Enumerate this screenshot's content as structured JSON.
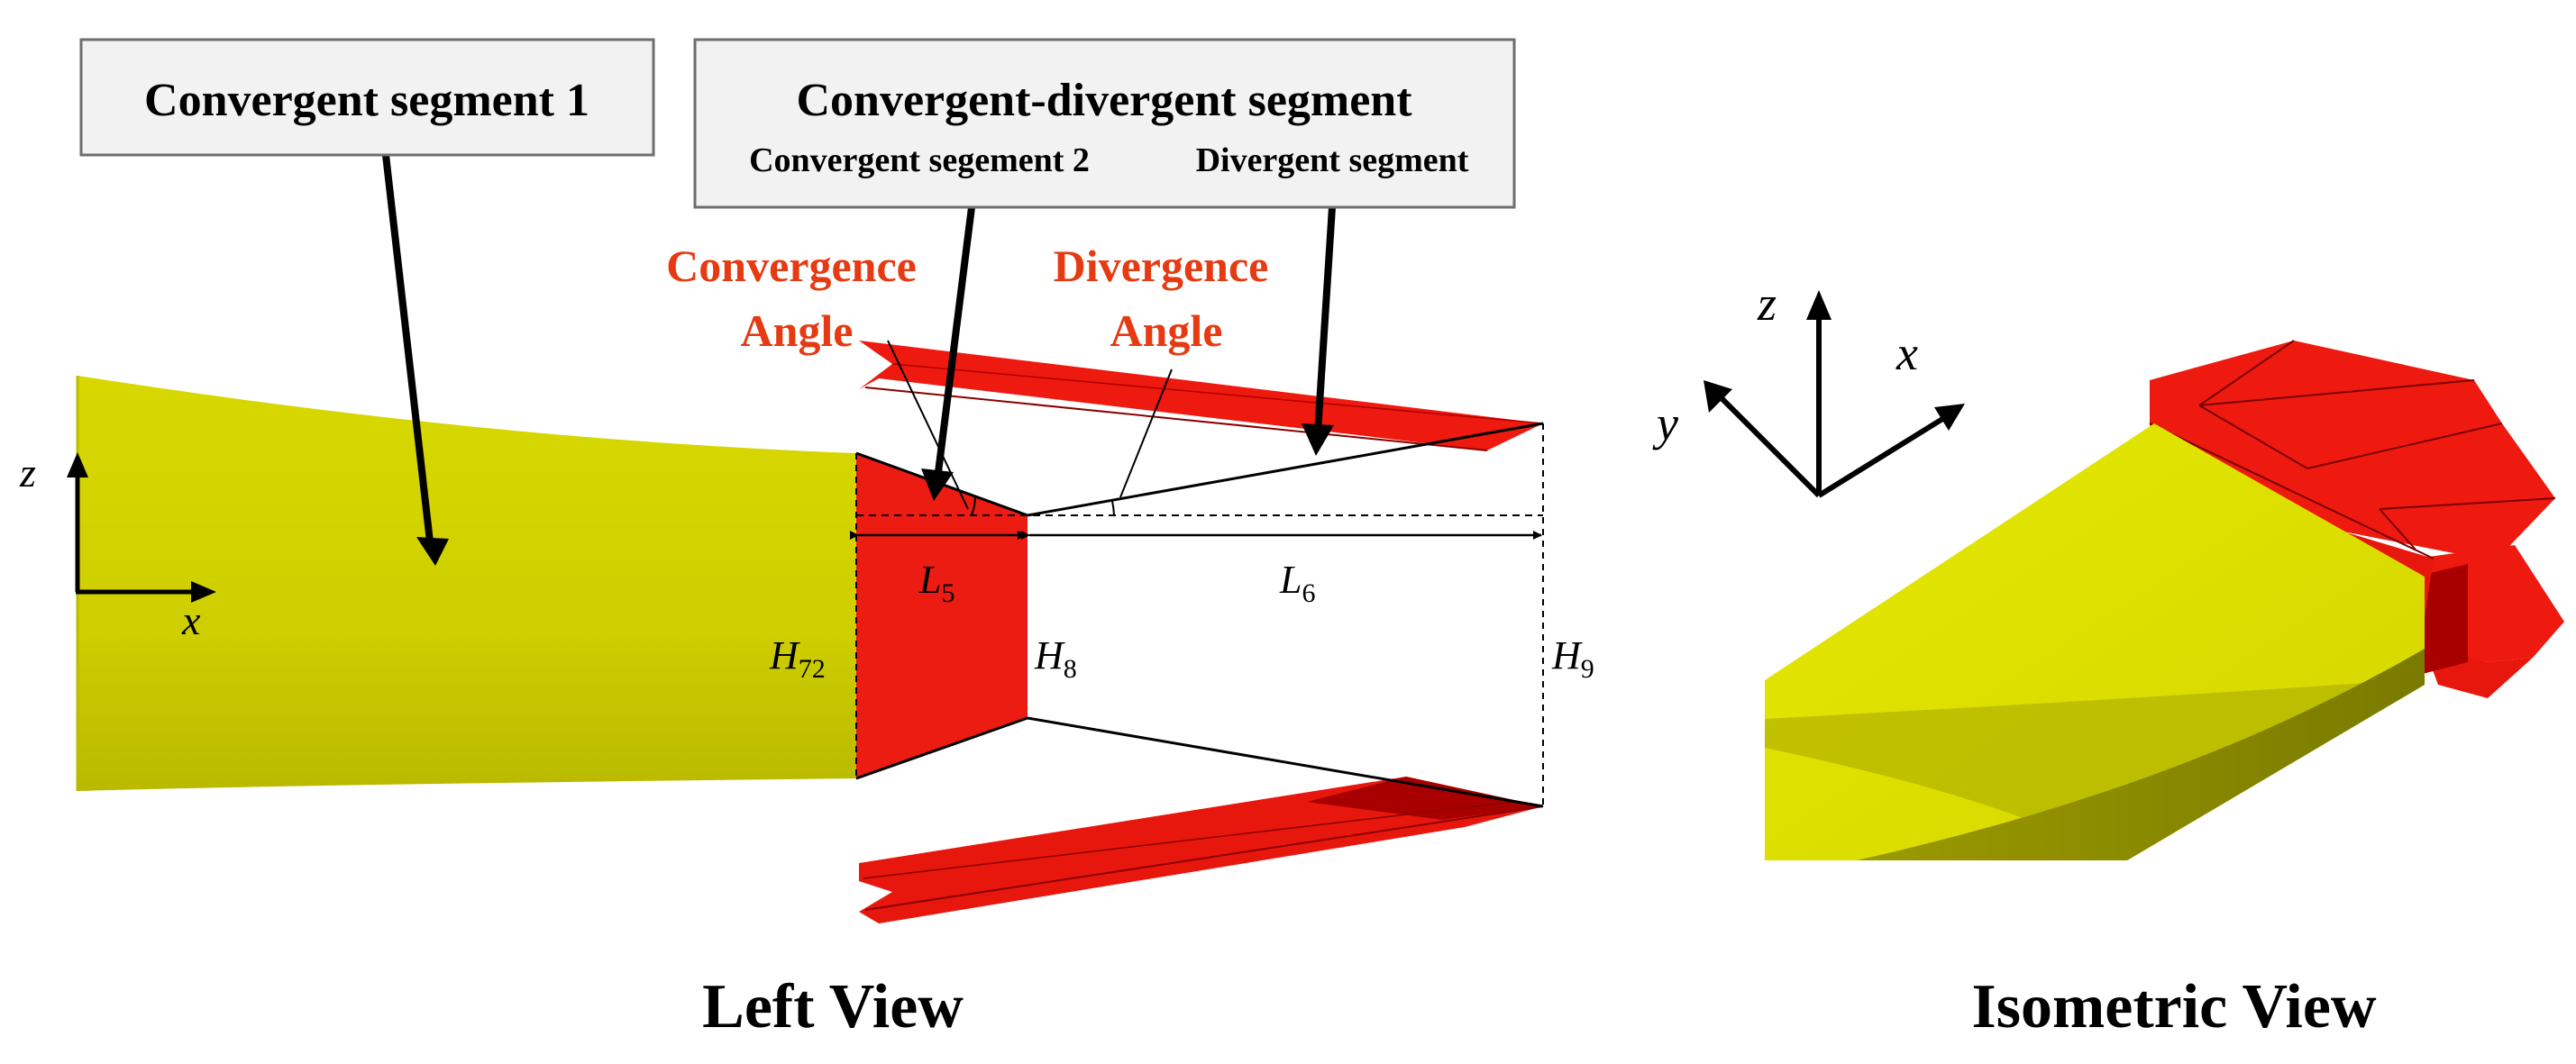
{
  "labels": {
    "convergent_segment_1": "Convergent segment 1",
    "cd_segment": "Convergent-divergent segment",
    "convergent_segment_2": "Convergent segement 2",
    "divergent_segment": "Divergent segment",
    "convergence_angle_line1": "Convergence",
    "convergence_angle_line2": "Angle",
    "divergence_angle_line1": "Divergence",
    "divergence_angle_line2": "Angle",
    "left_view": "Left View",
    "isometric_view": "Isometric View"
  },
  "dimensions": {
    "L5": {
      "base": "L",
      "sub": "5"
    },
    "L6": {
      "base": "L",
      "sub": "6"
    },
    "H72": {
      "base": "H",
      "sub": "72"
    },
    "H8": {
      "base": "H",
      "sub": "8"
    },
    "H9": {
      "base": "H",
      "sub": "9"
    }
  },
  "axes_left": {
    "z": "z",
    "x": "x"
  },
  "axes_iso": {
    "z": "z",
    "x": "x",
    "y": "y"
  },
  "colors": {
    "yellow": "#d2d200",
    "yellow_dark": "#b4b400",
    "iso_yellow": "#e2e400",
    "iso_yellow_shadow": "#8a8a00",
    "red": "#ee1a10",
    "red_dark": "#a80000",
    "annotation_red": "#e63a12",
    "box_fill": "#f2f2f2",
    "box_stroke": "#6e6e6e"
  }
}
